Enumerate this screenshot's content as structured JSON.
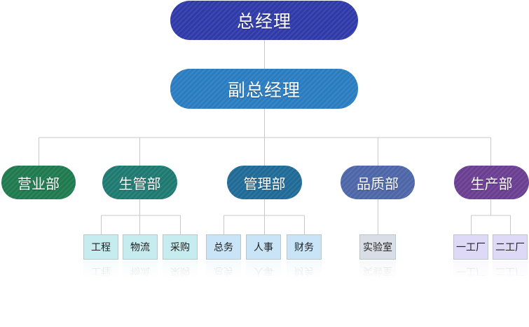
{
  "top": {
    "ceo": "总经理",
    "vp": "副总经理"
  },
  "departments": [
    {
      "name": "营业部",
      "color": "#1f7a4e"
    },
    {
      "name": "生管部",
      "color": "#1e7a70"
    },
    {
      "name": "管理部",
      "color": "#1f6a96"
    },
    {
      "name": "品质部",
      "color": "#4d66a8"
    },
    {
      "name": "生产部",
      "color": "#6a3e91"
    }
  ],
  "units": {
    "shengguan": [
      "工程",
      "物流",
      "采购"
    ],
    "guanli": [
      "总务",
      "人事",
      "财务"
    ],
    "pinzhi": [
      "实验室"
    ],
    "shengchan": [
      "一工厂",
      "二工厂"
    ]
  },
  "colors": {
    "ceo": "#2f3aa8",
    "vp": "#2a7cc0",
    "line": "#c8c8c8"
  }
}
